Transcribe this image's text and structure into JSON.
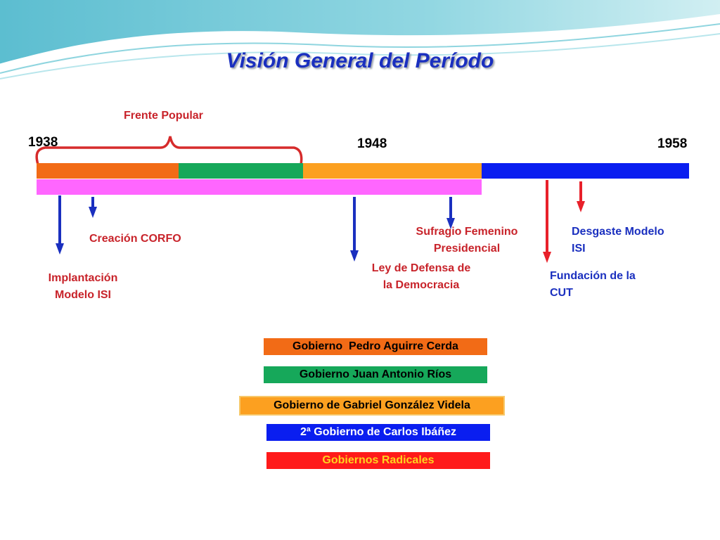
{
  "title": "Visión General del Período",
  "bracket_label": "Frente Popular",
  "years": [
    "1938",
    "1948",
    "1958"
  ],
  "events": {
    "implantacion": "Implantación\nModelo ISI",
    "corfo": "Creación CORFO",
    "ley_defensa": "Ley de Defensa de\nla Democracia",
    "sufragio": "Sufragio Femenino\nPresidencial",
    "cut": "Fundación de la\nCUT",
    "desgaste": "Desgaste Modelo\nISI"
  },
  "legend": {
    "aguirre_cerda": "Gobierno  Pedro Aguirre Cerda",
    "juan_antonio_rios": "Gobierno Juan Antonio Ríos",
    "gonzalez_videla": "Gobierno de Gabriel González Videla",
    "ibanez": "2ª Gobierno de Carlos Ibáñez",
    "radicales": "Gobiernos Radicales"
  },
  "colors": {
    "aguirre_cerda": "#f26b16",
    "juan_antonio_rios": "#16a85a",
    "gonzalez_videla": "#fca020",
    "ibanez": "#0a1ef0",
    "radicales": "#ff66ff",
    "red_arrow": "#e8202a",
    "blue_arrow": "#1a2fbf"
  }
}
